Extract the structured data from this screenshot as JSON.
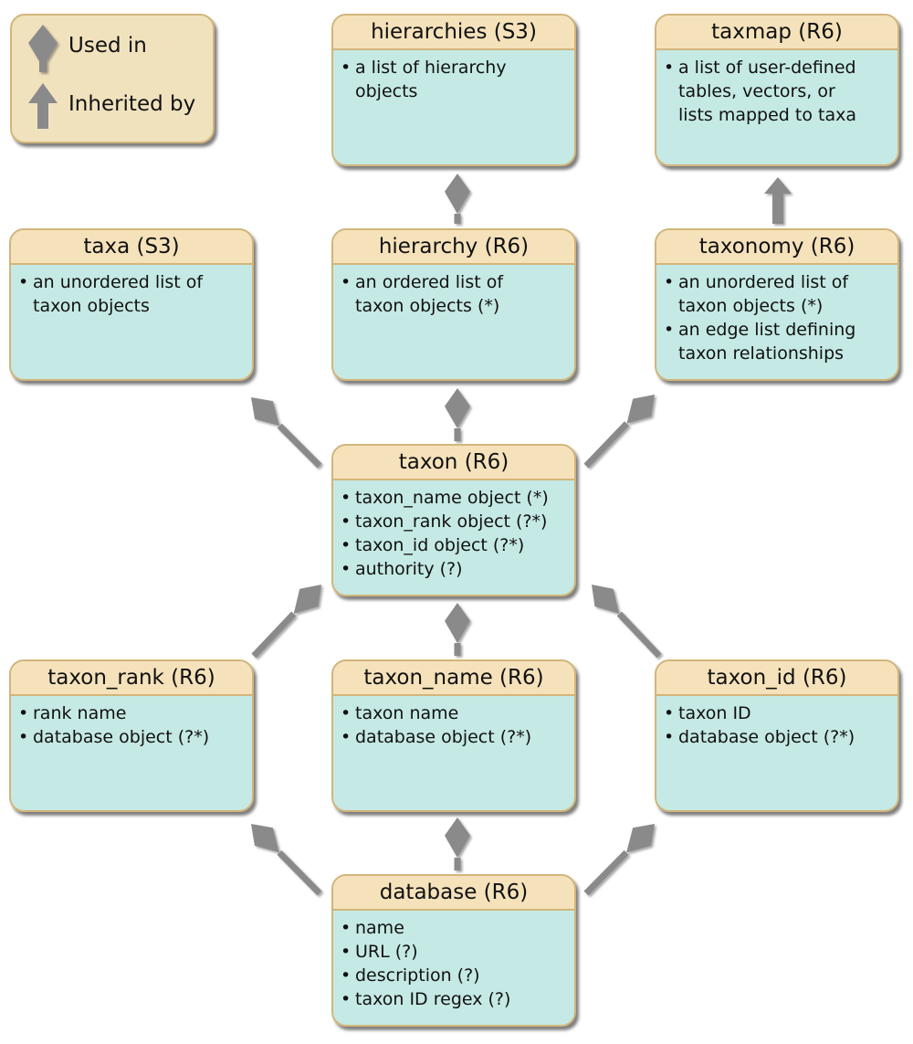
{
  "legend": {
    "used_in": "Used in",
    "inherited_by": "Inherited by"
  },
  "boxes": {
    "hierarchies": {
      "title": "hierarchies (S3)",
      "items": [
        "a list of hierarchy",
        "objects"
      ]
    },
    "taxmap": {
      "title": "taxmap (R6)",
      "items": [
        "a list of user-defined",
        "tables, vectors, or",
        "lists mapped to taxa"
      ]
    },
    "taxa": {
      "title": "taxa (S3)",
      "items": [
        "an unordered list of",
        "taxon objects"
      ]
    },
    "hierarchy": {
      "title": "hierarchy (R6)",
      "items": [
        "an ordered list of",
        "taxon objects (*)"
      ]
    },
    "taxonomy": {
      "title": "taxonomy (R6)",
      "items": [
        "an unordered list of",
        "taxon objects (*)",
        "an edge list defining",
        "taxon relationships"
      ]
    },
    "taxon": {
      "title": "taxon (R6)",
      "items": [
        "taxon_name object (*)",
        "taxon_rank object (?*)",
        "taxon_id object (?*)",
        "authority (?)"
      ]
    },
    "taxon_rank": {
      "title": "taxon_rank (R6)",
      "items": [
        "rank name",
        "database object (?*)"
      ]
    },
    "taxon_name": {
      "title": "taxon_name (R6)",
      "items": [
        "taxon name",
        "database object (?*)"
      ]
    },
    "taxon_id": {
      "title": "taxon_id (R6)",
      "items": [
        "taxon ID",
        "database object (?*)"
      ]
    },
    "database": {
      "title": "database (R6)",
      "items": [
        "name",
        "URL (?)",
        "description (?)",
        "taxon ID regex (?)"
      ]
    }
  },
  "relations": [
    {
      "type": "used-in",
      "from": "hierarchy",
      "to": "hierarchies"
    },
    {
      "type": "inherited-by",
      "from": "taxonomy",
      "to": "taxmap"
    },
    {
      "type": "used-in",
      "from": "taxon",
      "to": "taxa"
    },
    {
      "type": "used-in",
      "from": "taxon",
      "to": "hierarchy"
    },
    {
      "type": "used-in",
      "from": "taxon",
      "to": "taxonomy"
    },
    {
      "type": "used-in",
      "from": "taxon_rank",
      "to": "taxon"
    },
    {
      "type": "used-in",
      "from": "taxon_name",
      "to": "taxon"
    },
    {
      "type": "used-in",
      "from": "taxon_id",
      "to": "taxon"
    },
    {
      "type": "used-in",
      "from": "database",
      "to": "taxon_rank"
    },
    {
      "type": "used-in",
      "from": "database",
      "to": "taxon_name"
    },
    {
      "type": "used-in",
      "from": "database",
      "to": "taxon_id"
    }
  ],
  "colors": {
    "box_body": "#c5e9e4",
    "box_header": "#f5e2bb",
    "box_border": "#d2b57a",
    "legend_bg": "#f1e2be",
    "connector": "#8a8a8a"
  }
}
